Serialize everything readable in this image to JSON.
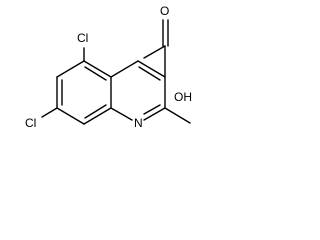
{
  "molecule": {
    "atoms": [
      {
        "id": "cl_top",
        "label": "Cl"
      },
      {
        "id": "cl_left",
        "label": "Cl"
      },
      {
        "id": "n_ring",
        "label": "N"
      },
      {
        "id": "oh",
        "label": "OH"
      },
      {
        "id": "o_carbonyl",
        "label": "O"
      }
    ]
  },
  "colors": {
    "bond": "#000000",
    "text": "#000000",
    "background": "#ffffff"
  }
}
